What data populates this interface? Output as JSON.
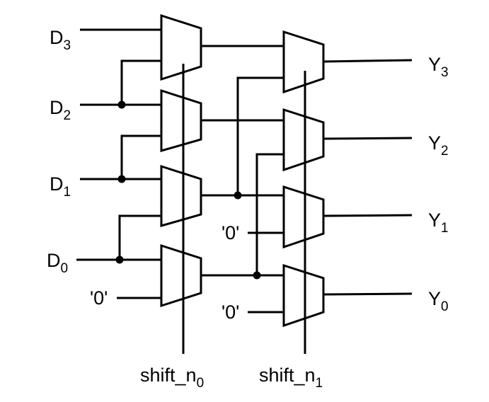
{
  "inputs": [
    {
      "name": "D",
      "sub": "3"
    },
    {
      "name": "D",
      "sub": "2"
    },
    {
      "name": "D",
      "sub": "1"
    },
    {
      "name": "D",
      "sub": "0"
    }
  ],
  "outputs": [
    {
      "name": "Y",
      "sub": "3"
    },
    {
      "name": "Y",
      "sub": "2"
    },
    {
      "name": "Y",
      "sub": "1"
    },
    {
      "name": "Y",
      "sub": "0"
    }
  ],
  "zero_label": "'0'",
  "controls": [
    {
      "name": "shift_n",
      "sub": "0"
    },
    {
      "name": "shift_n",
      "sub": "1"
    }
  ]
}
